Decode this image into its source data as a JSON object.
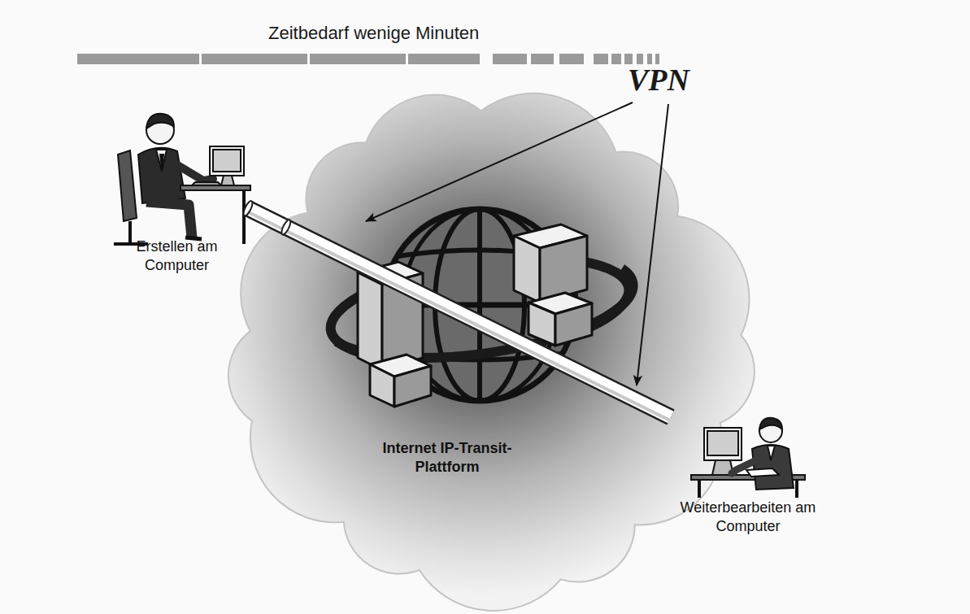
{
  "diagram": {
    "nodes": [
      {
        "text": [
          "Erstellen am Computer"
        ]
      },
      {
        "text": [
          "Internet IP-Transit-Plattform"
        ]
      },
      {
        "text": [
          "Weiterbearbeiten am Computer"
        ]
      }
    ],
    "edges": [
      {
        "from": 0,
        "to": 2,
        "arrow": "none"
      }
    ],
    "labels": [
      "Zeitbedarf wenige Minuten",
      "VPN"
    ]
  }
}
